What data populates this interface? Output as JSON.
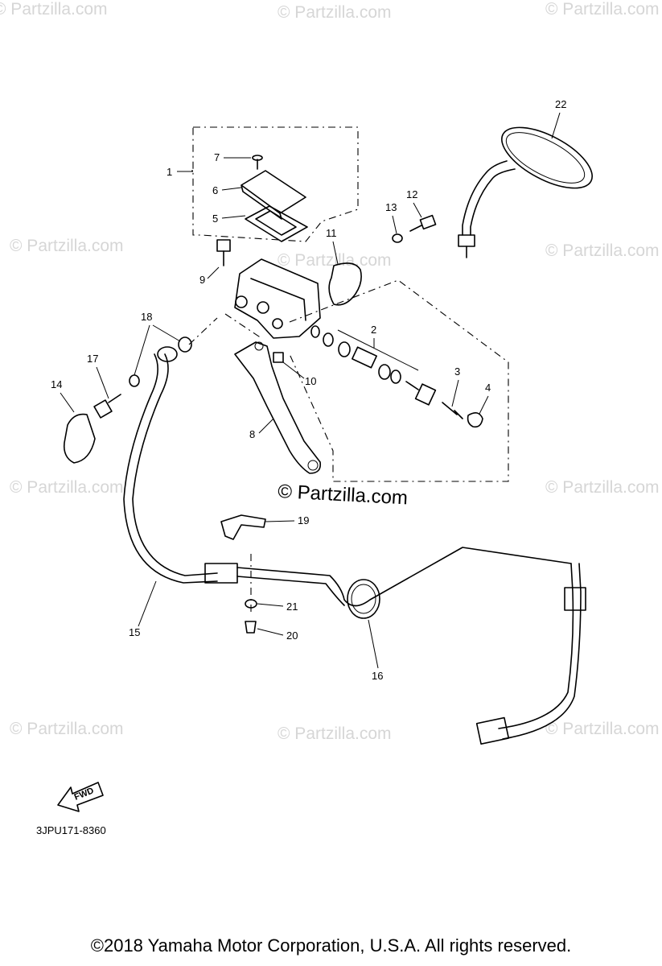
{
  "watermark": "© Partzilla.com",
  "center_watermark": "© Partzilla.com",
  "callouts": [
    "1",
    "2",
    "3",
    "4",
    "5",
    "6",
    "7",
    "8",
    "9",
    "10",
    "11",
    "12",
    "13",
    "14",
    "15",
    "16",
    "17",
    "18",
    "19",
    "20",
    "21",
    "22"
  ],
  "fwd_label": "FWD",
  "diagram_code": "3JPU171-8360",
  "copyright": "©2018  Yamaha Motor Corporation, U.S.A. All rights reserved."
}
